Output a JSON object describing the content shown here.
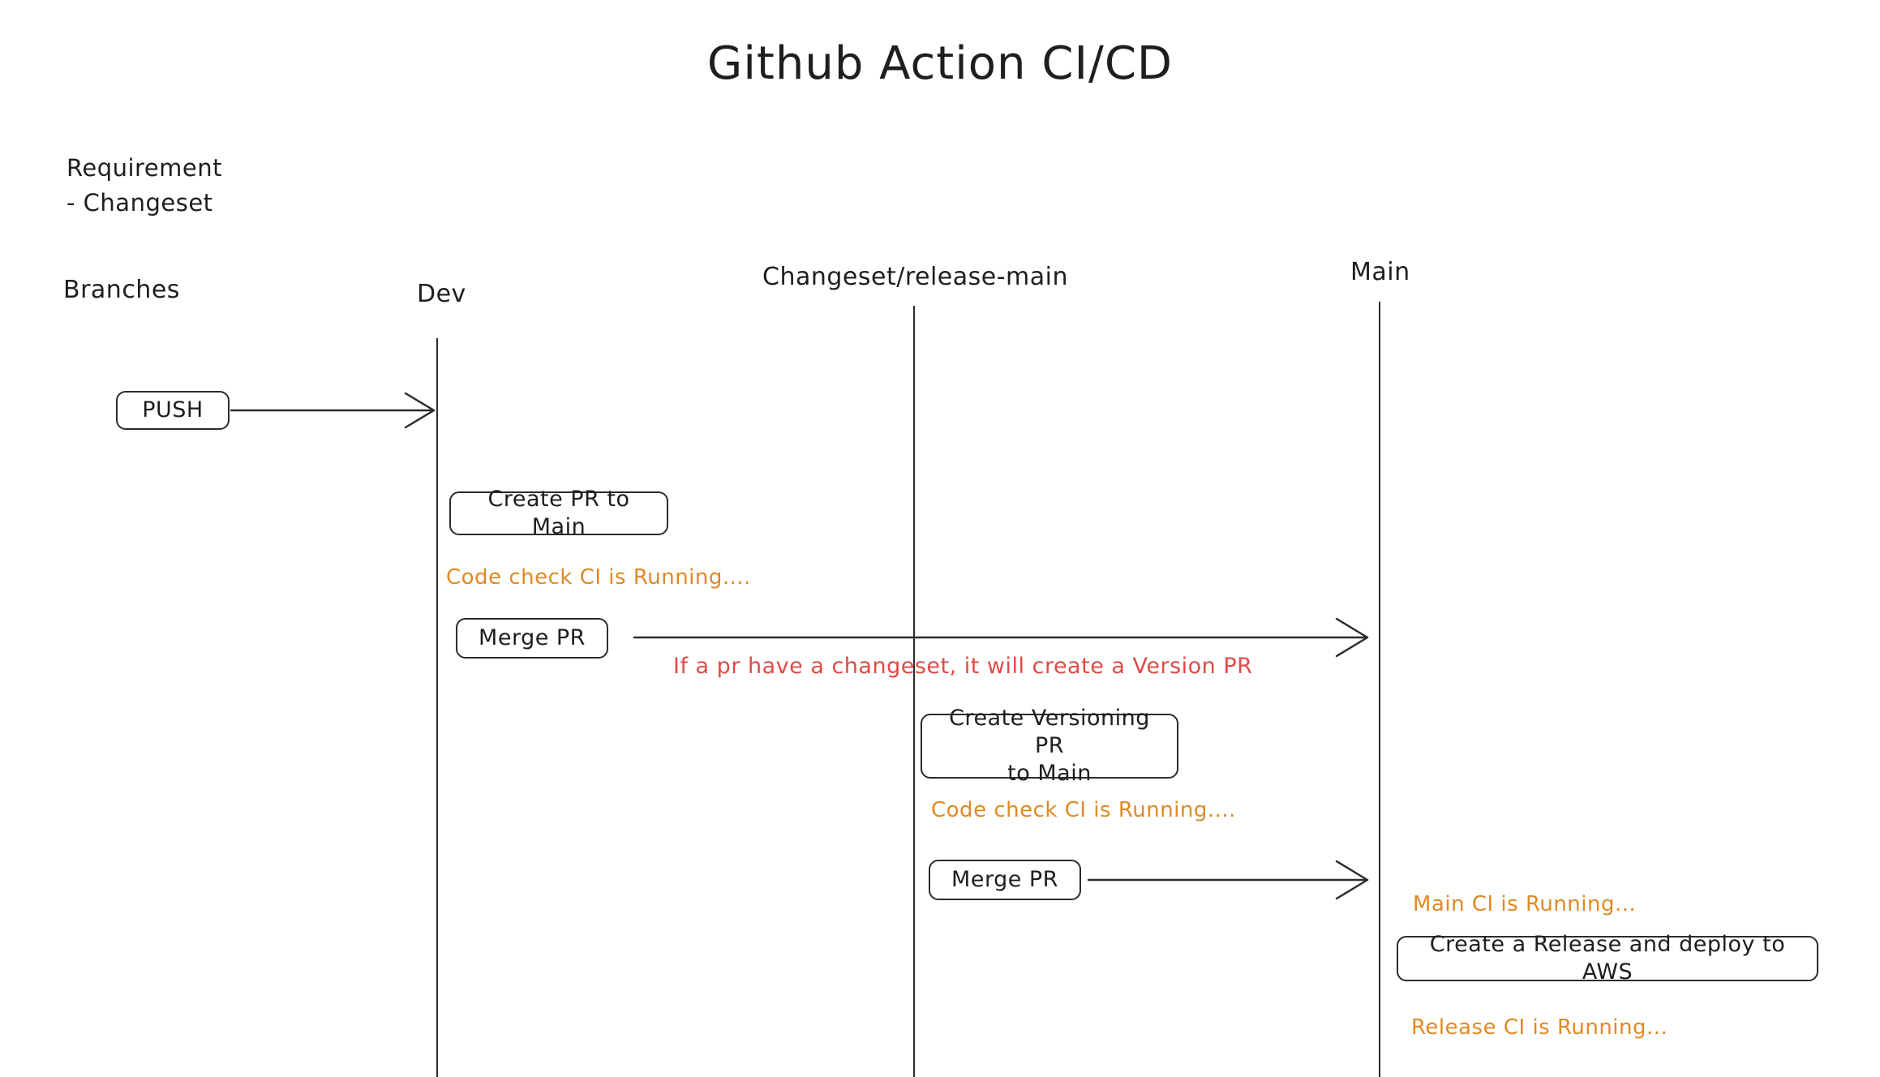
{
  "title": "Github Action CI/CD",
  "requirement": {
    "heading": "Requirement",
    "item": "- Changeset"
  },
  "lanes": {
    "row_label": "Branches",
    "items": [
      {
        "name": "dev",
        "label": "Dev"
      },
      {
        "name": "changeset-release-main",
        "label": "Changeset/release-main"
      },
      {
        "name": "main",
        "label": "Main"
      }
    ]
  },
  "nodes": {
    "push": "PUSH",
    "create_pr_to_main": "Create PR to Main",
    "merge_pr_dev": "Merge PR",
    "create_versioning_pr": "Create Versioning PR\nto Main",
    "merge_pr_changeset": "Merge PR",
    "create_release_aws": "Create a Release and deploy to AWS"
  },
  "annotations": {
    "code_check_ci_dev": "Code check CI is Running....",
    "changeset_version_note": "If a pr have a changeset, it will create a Version PR",
    "code_check_ci_changeset": "Code check CI is Running....",
    "main_ci": "Main CI is Running...",
    "release_ci": "Release CI is Running..."
  },
  "colors": {
    "ink": "#1e1e1e",
    "line": "#2b2b2b",
    "orange": "#e08a24",
    "red": "#e04a46",
    "background": "#ffffff"
  }
}
